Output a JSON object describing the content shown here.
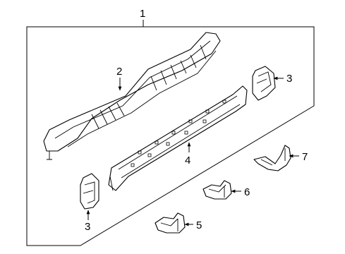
{
  "callouts": {
    "assembly": "1",
    "grille_step": "2",
    "end_cap_right": "3",
    "end_cap_left": "3",
    "running_board": "4",
    "bracket_front": "5",
    "bracket_middle": "6",
    "bracket_rear": "7"
  },
  "colors": {
    "line": "#000000",
    "background": "#ffffff"
  }
}
